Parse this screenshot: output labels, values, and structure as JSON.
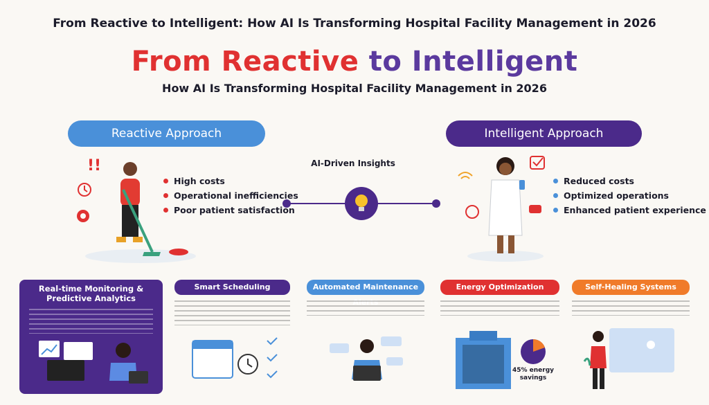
{
  "page": {
    "top_title": "From Reactive to Intelligent: How AI Is Transforming Hospital Facility Management in 2026",
    "hero_reactive": "From Reactive",
    "hero_to_intelligent": "to Intelligent",
    "subtitle": "How AI Is Transforming Hospital Facility Management in 2026"
  },
  "reactive": {
    "label": "Reactive Approach",
    "bullets": [
      "High costs",
      "Operational inefficiencies",
      "Poor patient satisfaction"
    ],
    "color": "#4a90d9"
  },
  "intelligent": {
    "label": "Intelligent Approach",
    "bullets": [
      "Reduced costs",
      "Optimized operations",
      "Enhanced patient experience"
    ],
    "color": "#4b2a8a"
  },
  "center": {
    "label": "AI-Driven Insights"
  },
  "cards": [
    {
      "title": "Real-time Monitoring & Predictive Analytics",
      "color": "#4b2a8a"
    },
    {
      "title": "Smart Scheduling",
      "color": "#4b2a8a"
    },
    {
      "title": "Automated Maintenance Alerts",
      "color": "#4a90d9"
    },
    {
      "title": "Energy Optimization",
      "color": "#e03131"
    },
    {
      "title": "Self-Healing Systems",
      "color": "#f07b2a"
    }
  ],
  "energy": {
    "stat": "45% energy",
    "stat2": "savings"
  }
}
